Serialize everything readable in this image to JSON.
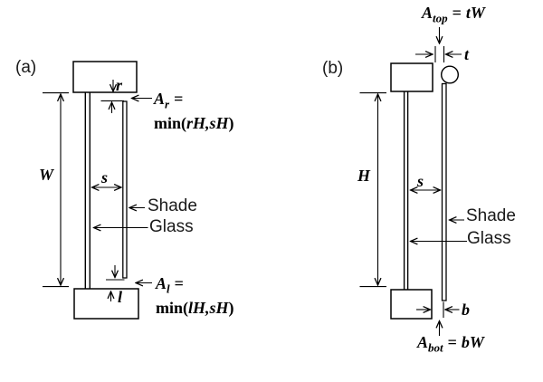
{
  "colors": {
    "background": "#ffffff",
    "ink": "#000000"
  },
  "panel_a": {
    "label": "(a)",
    "width_dim": "W",
    "top_gap_dim": "r",
    "spacing_dim": "s",
    "bottom_gap_dim": "l",
    "shade_label": "Shade",
    "glass_label": "Glass",
    "formula_top": {
      "sym": "A",
      "sub": "r",
      "eq": "=",
      "fn": "min(",
      "args": "rH,sH",
      "close": ")"
    },
    "formula_bottom": {
      "sym": "A",
      "sub": "l",
      "eq": "=",
      "fn": "min(",
      "args": "lH,sH",
      "close": ")"
    }
  },
  "panel_b": {
    "label": "(b)",
    "height_dim": "H",
    "spacing_dim": "s",
    "top_gap_dim": "t",
    "bottom_gap_dim": "b",
    "shade_label": "Shade",
    "glass_label": "Glass",
    "formula_top": {
      "sym": "A",
      "sub": "top",
      "eq": "=",
      "val": "tW"
    },
    "formula_bottom": {
      "sym": "A",
      "sub": "bot",
      "eq": "=",
      "val": "bW"
    }
  }
}
